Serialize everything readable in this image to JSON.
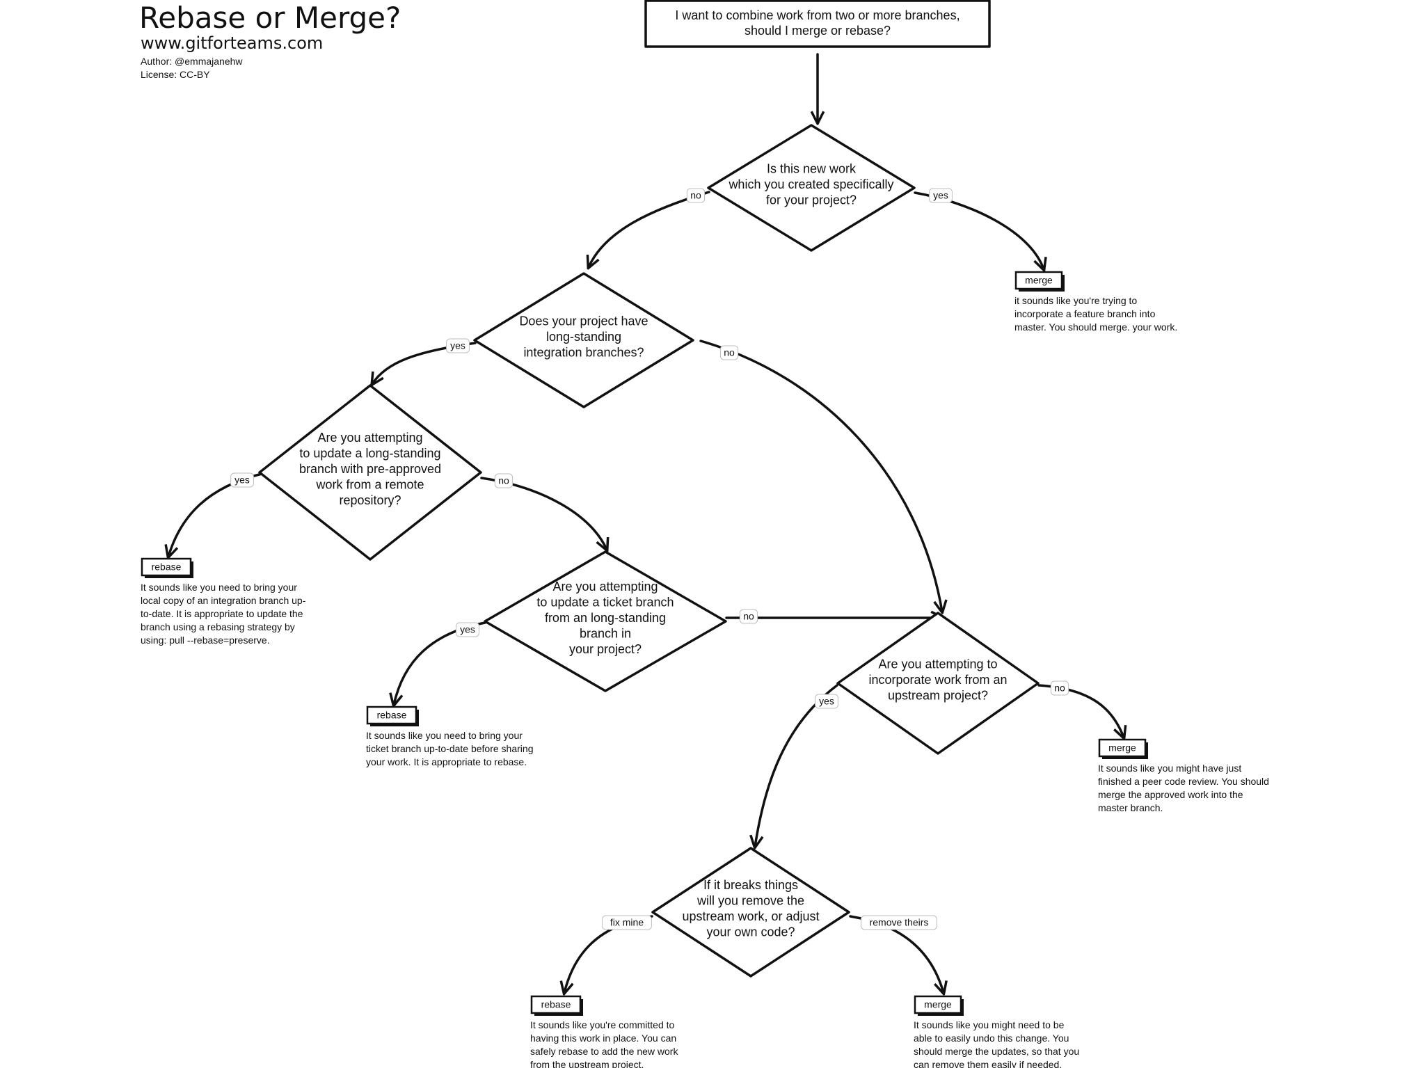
{
  "header": {
    "title": "Rebase or Merge?",
    "site": "www.gitforteams.com",
    "author": "Author: @emmajanehw",
    "license": "License: CC-BY"
  },
  "nodes": [
    {
      "id": "start",
      "type": "box",
      "lines": [
        "I want to combine work from two or more branches,",
        "should I merge or rebase?"
      ]
    },
    {
      "id": "q1",
      "type": "decision",
      "lines": [
        "Is this new work",
        "which you created specifically",
        "for your project?"
      ]
    },
    {
      "id": "q2",
      "type": "decision",
      "lines": [
        "Does your project have",
        "long-standing",
        "integration branches?"
      ]
    },
    {
      "id": "q3",
      "type": "decision",
      "lines": [
        "Are you attempting",
        "to update a long-standing",
        "branch with pre-approved",
        "work from a remote",
        "repository?"
      ]
    },
    {
      "id": "q4",
      "type": "decision",
      "lines": [
        "Are you attempting",
        "to update a ticket branch",
        "from an long-standing",
        "branch in",
        "your project?"
      ]
    },
    {
      "id": "q5",
      "type": "decision",
      "lines": [
        "Are you attempting to",
        "incorporate work from an",
        "upstream project?"
      ]
    },
    {
      "id": "q6",
      "type": "decision",
      "lines": [
        "If it breaks things",
        "will you remove the",
        "upstream work, or adjust",
        "your own code?"
      ]
    },
    {
      "id": "o1",
      "type": "outcome",
      "label": "merge",
      "note": [
        "it sounds like you're trying to",
        "incorporate a feature branch into",
        "master. You should merge. your work."
      ]
    },
    {
      "id": "o2",
      "type": "outcome",
      "label": "rebase",
      "note": [
        "It sounds like you need to bring your",
        "local copy of an integration branch up-",
        "to-date. It is appropriate to update the",
        "branch using a rebasing strategy by",
        "using: pull --rebase=preserve."
      ]
    },
    {
      "id": "o3",
      "type": "outcome",
      "label": "rebase",
      "note": [
        "It sounds like you need to bring your",
        "ticket branch up-to-date before sharing",
        "your work. It is appropriate to rebase."
      ]
    },
    {
      "id": "o4",
      "type": "outcome",
      "label": "merge",
      "note": [
        "It sounds like you might have just",
        "finished a peer code review. You should",
        "merge the approved work into the",
        "master branch."
      ]
    },
    {
      "id": "o5",
      "type": "outcome",
      "label": "rebase",
      "note": [
        "It sounds like you're committed to",
        "having this work in place. You can",
        "safely rebase to add the new work",
        "from the upstream project."
      ]
    },
    {
      "id": "o6",
      "type": "outcome",
      "label": "merge",
      "note": [
        "It sounds like you might need to be",
        "able to easily undo this change. You",
        "should merge the updates, so that you",
        "can remove them easily if needed."
      ]
    }
  ],
  "edges": [
    {
      "from": "start",
      "to": "q1",
      "label": ""
    },
    {
      "from": "q1",
      "to": "q2",
      "label": "no"
    },
    {
      "from": "q1",
      "to": "o1",
      "label": "yes"
    },
    {
      "from": "q2",
      "to": "q3",
      "label": "yes"
    },
    {
      "from": "q2",
      "to": "q5",
      "label": "no"
    },
    {
      "from": "q3",
      "to": "o2",
      "label": "yes"
    },
    {
      "from": "q3",
      "to": "q4",
      "label": "no"
    },
    {
      "from": "q4",
      "to": "o3",
      "label": "yes"
    },
    {
      "from": "q4",
      "to": "q5",
      "label": "no"
    },
    {
      "from": "q5",
      "to": "q6",
      "label": "yes"
    },
    {
      "from": "q5",
      "to": "o4",
      "label": "no"
    },
    {
      "from": "q6",
      "to": "o5",
      "label": "fix mine"
    },
    {
      "from": "q6",
      "to": "o6",
      "label": "remove theirs"
    }
  ]
}
